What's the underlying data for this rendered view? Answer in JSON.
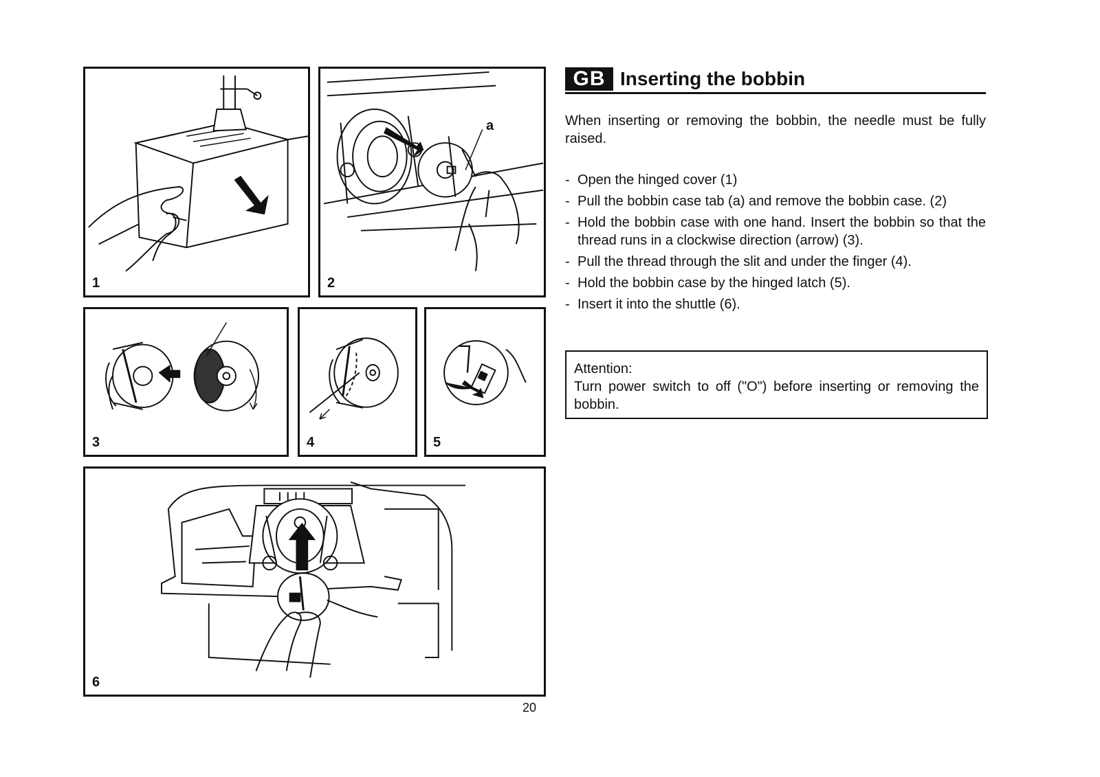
{
  "section": {
    "badge": "GB",
    "title": "Inserting the bobbin"
  },
  "intro": "When inserting or removing the bobbin, the needle must be fully raised.",
  "steps": [
    "Open the hinged cover (1)",
    "Pull the bobbin case tab (a) and remove the bobbin case. (2)",
    "Hold the bobbin case with one hand. Insert the bobbin so that the thread runs in a clockwise direction (arrow) (3).",
    "Pull the thread through the slit and under the finger (4).",
    "Hold the bobbin case by the hinged latch (5).",
    "Insert it into the shuttle (6)."
  ],
  "attention": {
    "heading": "Attention:",
    "text": "Turn power switch to off (\"O\") before inserting or removing the bobbin."
  },
  "figures": {
    "fig1": "1",
    "fig2": "2",
    "fig2_label": "a",
    "fig3": "3",
    "fig4": "4",
    "fig5": "5",
    "fig6": "6"
  },
  "page_number": "20"
}
